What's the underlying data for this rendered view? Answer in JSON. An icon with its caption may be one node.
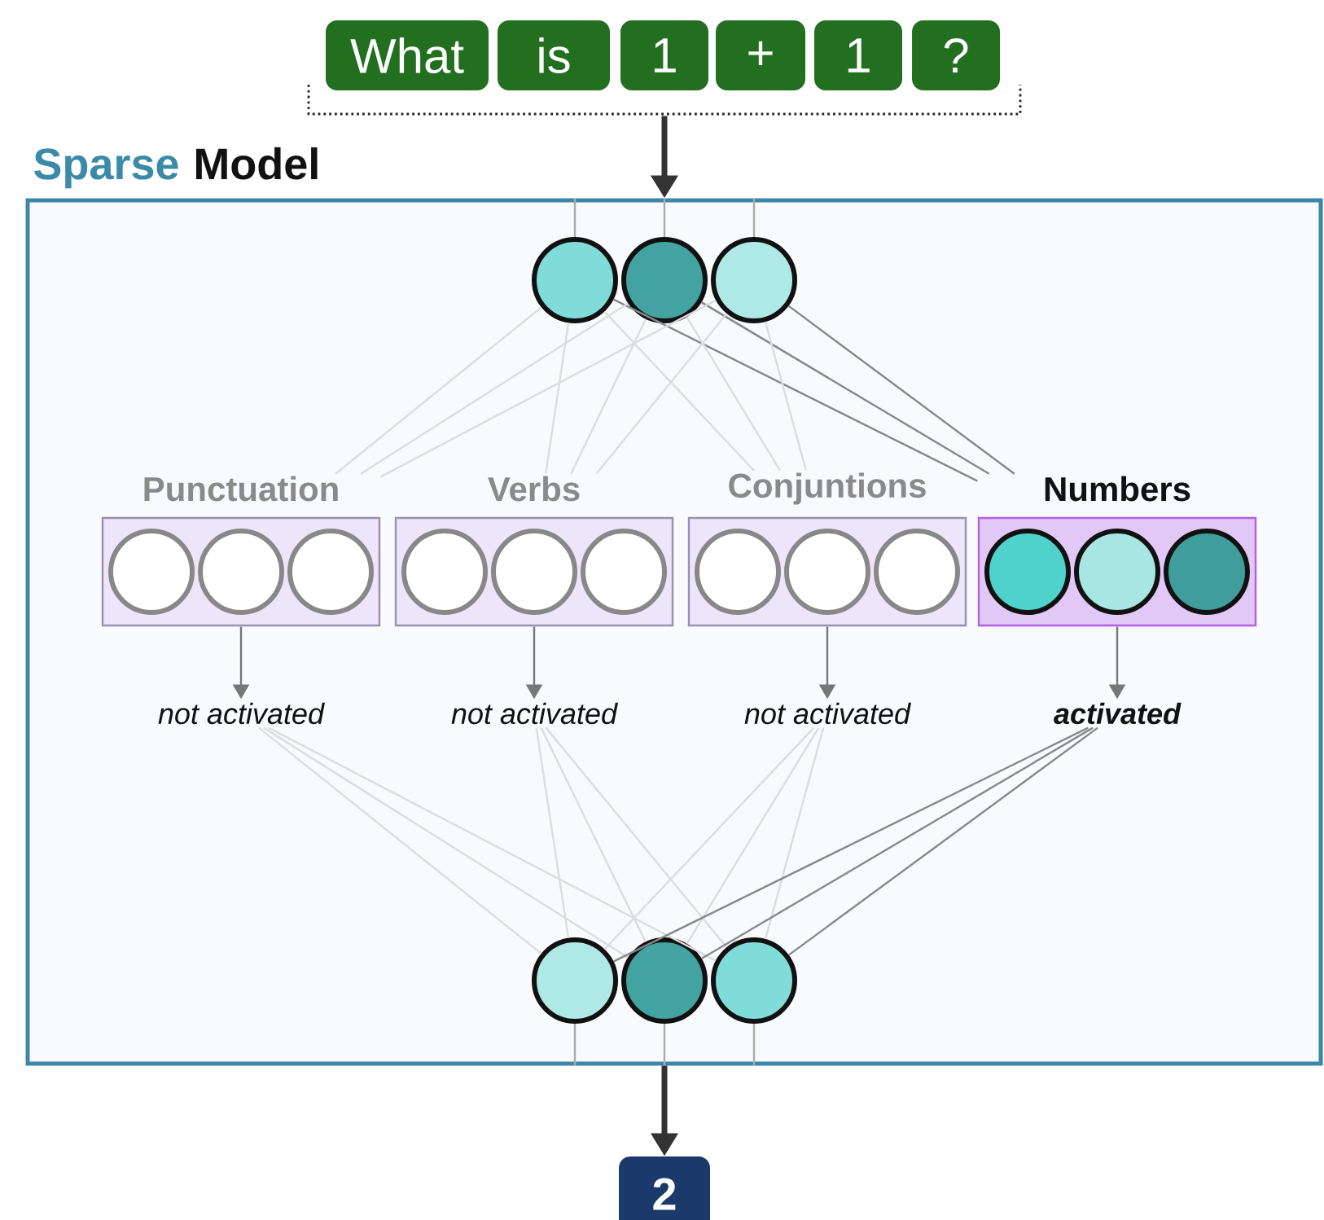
{
  "diagram": {
    "nodes": [
      {
        "text": [
          "What"
        ]
      },
      {
        "text": [
          "is"
        ]
      },
      {
        "text": [
          "1"
        ]
      },
      {
        "text": [
          "+"
        ]
      },
      {
        "text": [
          "1"
        ]
      },
      {
        "text": [
          "?"
        ]
      },
      {
        "text": [
          "Sparse",
          "Model"
        ]
      },
      {
        "text": [],
        "shape": "circle",
        "in": 6
      },
      {
        "text": [],
        "shape": "circle",
        "in": 6
      },
      {
        "text": [],
        "shape": "circle",
        "in": 6
      },
      {
        "text": [
          "Punctuation"
        ],
        "in": 6
      },
      {
        "text": [],
        "shape": "circle",
        "in": 10
      },
      {
        "text": [],
        "shape": "circle",
        "in": 10
      },
      {
        "text": [],
        "shape": "circle",
        "in": 10
      },
      {
        "text": [
          "Verbs"
        ],
        "in": 6
      },
      {
        "text": [],
        "shape": "circle",
        "in": 14
      },
      {
        "text": [],
        "shape": "circle",
        "in": 14
      },
      {
        "text": [],
        "shape": "circle",
        "in": 14
      },
      {
        "text": [
          "Conjuntions"
        ],
        "in": 6
      },
      {
        "text": [],
        "shape": "circle",
        "in": 18
      },
      {
        "text": [],
        "shape": "circle",
        "in": 18
      },
      {
        "text": [],
        "shape": "circle",
        "in": 18
      },
      {
        "text": [
          "Numbers"
        ],
        "in": 6
      },
      {
        "text": [],
        "shape": "circle",
        "in": 22
      },
      {
        "text": [],
        "shape": "circle",
        "in": 22
      },
      {
        "text": [],
        "shape": "circle",
        "in": 22
      },
      {
        "text": [
          "not activated"
        ],
        "in": 6
      },
      {
        "text": [
          "not activated"
        ],
        "in": 6
      },
      {
        "text": [
          "not activated"
        ],
        "in": 6
      },
      {
        "text": [
          "activated"
        ],
        "in": 6
      },
      {
        "text": [],
        "shape": "circle",
        "in": 6
      },
      {
        "text": [],
        "shape": "circle",
        "in": 6
      },
      {
        "text": [],
        "shape": "circle",
        "in": 6
      },
      {
        "text": [
          "2"
        ]
      },
      {
        "text": [],
        "shape": "bracket"
      }
    ],
    "edges": [
      {
        "from": 34,
        "to": 6,
        "arrow": "to",
        "style": "thick",
        "color": "#333333"
      },
      {
        "from": 6,
        "to": 7,
        "arrow": "none",
        "color": "#aaaaaa"
      },
      {
        "from": 6,
        "to": 8,
        "arrow": "none",
        "color": "#aaaaaa"
      },
      {
        "from": 6,
        "to": 9,
        "arrow": "none",
        "color": "#aaaaaa"
      },
      {
        "from": 7,
        "to": 10,
        "arrow": "none"
      },
      {
        "from": 7,
        "to": 14,
        "arrow": "none"
      },
      {
        "from": 7,
        "to": 18,
        "arrow": "none"
      },
      {
        "from": 7,
        "to": 22,
        "arrow": "none",
        "color": "#888888"
      },
      {
        "from": 8,
        "to": 10,
        "arrow": "none"
      },
      {
        "from": 8,
        "to": 14,
        "arrow": "none"
      },
      {
        "from": 8,
        "to": 18,
        "arrow": "none"
      },
      {
        "from": 8,
        "to": 22,
        "arrow": "none",
        "color": "#888888"
      },
      {
        "from": 9,
        "to": 10,
        "arrow": "none"
      },
      {
        "from": 9,
        "to": 14,
        "arrow": "none"
      },
      {
        "from": 9,
        "to": 18,
        "arrow": "none"
      },
      {
        "from": 9,
        "to": 22,
        "arrow": "none",
        "color": "#888888"
      },
      {
        "from": 10,
        "to": 26,
        "arrow": "to",
        "color": "#777777"
      },
      {
        "from": 14,
        "to": 27,
        "arrow": "to",
        "color": "#777777"
      },
      {
        "from": 18,
        "to": 28,
        "arrow": "to",
        "color": "#777777"
      },
      {
        "from": 22,
        "to": 29,
        "arrow": "to",
        "color": "#777777"
      },
      {
        "from": 26,
        "to": 30,
        "arrow": "none"
      },
      {
        "from": 26,
        "to": 31,
        "arrow": "none"
      },
      {
        "from": 26,
        "to": 32,
        "arrow": "none"
      },
      {
        "from": 27,
        "to": 30,
        "arrow": "none"
      },
      {
        "from": 27,
        "to": 31,
        "arrow": "none"
      },
      {
        "from": 27,
        "to": 32,
        "arrow": "none"
      },
      {
        "from": 28,
        "to": 30,
        "arrow": "none"
      },
      {
        "from": 28,
        "to": 31,
        "arrow": "none"
      },
      {
        "from": 28,
        "to": 32,
        "arrow": "none"
      },
      {
        "from": 29,
        "to": 30,
        "arrow": "none",
        "color": "#888888"
      },
      {
        "from": 29,
        "to": 31,
        "arrow": "none",
        "color": "#888888"
      },
      {
        "from": 29,
        "to": 32,
        "arrow": "none",
        "color": "#888888"
      },
      {
        "from": 30,
        "to": 6,
        "arrow": "none",
        "color": "#aaaaaa"
      },
      {
        "from": 31,
        "to": 6,
        "arrow": "none",
        "color": "#aaaaaa"
      },
      {
        "from": 32,
        "to": 6,
        "arrow": "none",
        "color": "#aaaaaa"
      },
      {
        "from": 6,
        "to": 33,
        "arrow": "to",
        "style": "thick",
        "color": "#333333"
      }
    ]
  }
}
